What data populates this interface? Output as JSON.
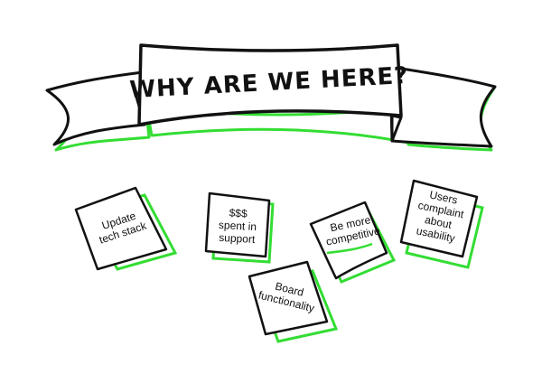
{
  "banner": {
    "title": "WHY ARE WE HERE?"
  },
  "notes": [
    {
      "lines": [
        "Update",
        "tech stack"
      ]
    },
    {
      "lines": [
        "$$$",
        "spent in",
        "support"
      ]
    },
    {
      "lines": [
        "Be more",
        "competitive"
      ]
    },
    {
      "lines": [
        "Users",
        "complaint",
        "about",
        "usability"
      ]
    },
    {
      "lines": [
        "Board",
        "functionality"
      ]
    }
  ],
  "colors": {
    "accent": "#33dd33",
    "ink": "#111111",
    "paper": "#ffffff"
  }
}
